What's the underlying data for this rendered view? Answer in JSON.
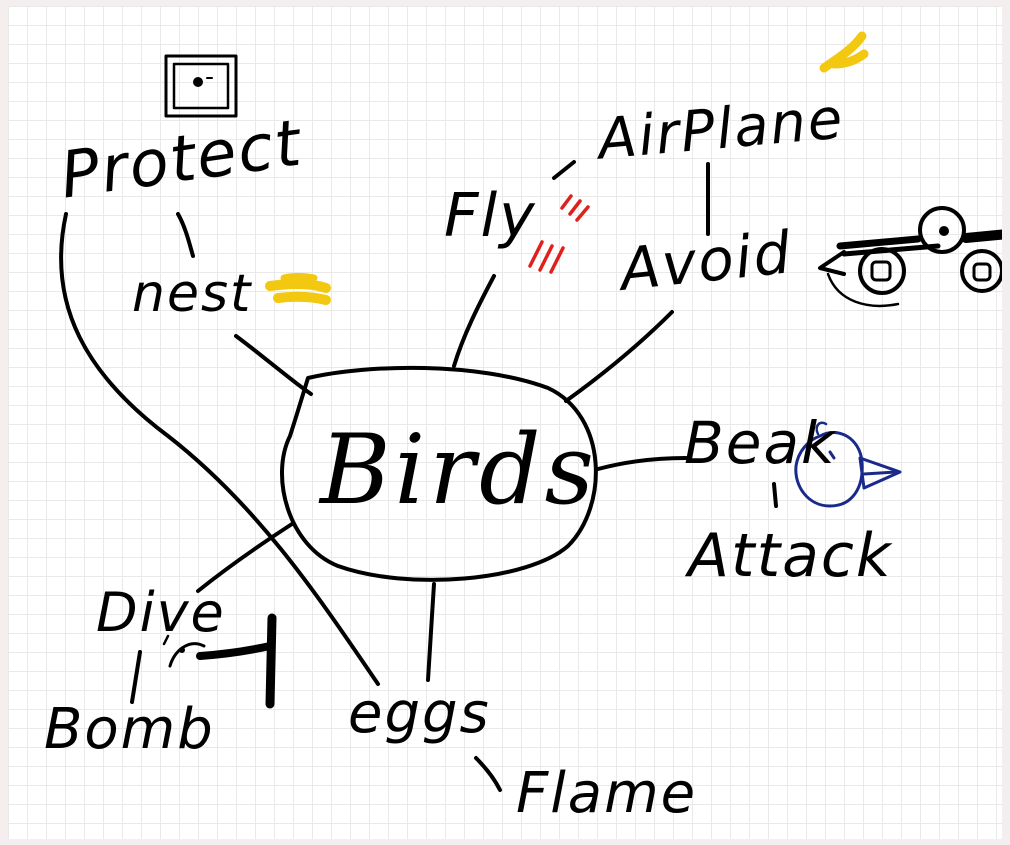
{
  "diagram": {
    "center": {
      "label": "Birds"
    },
    "nodes": {
      "protect": "Protect",
      "nest": "nest",
      "fly": "Fly",
      "airplane": "AirPlane",
      "avoid": "Avoid",
      "beak": "Beak",
      "attack": "Attack",
      "dive": "Dive",
      "bomb": "Bomb",
      "eggs": "eggs",
      "flame": "Flame"
    },
    "colors": {
      "ink": "#000000",
      "fly_marks": "#e0201c",
      "nest_scribble": "#f2c811",
      "bird_outline": "#1a2a8a",
      "feather": "#f2c811"
    },
    "icons": [
      "framed-picture-icon",
      "nest-icon",
      "speed-lines-icon",
      "airplane-icon",
      "bird-icon",
      "feather-icon",
      "bomb-icon"
    ]
  }
}
